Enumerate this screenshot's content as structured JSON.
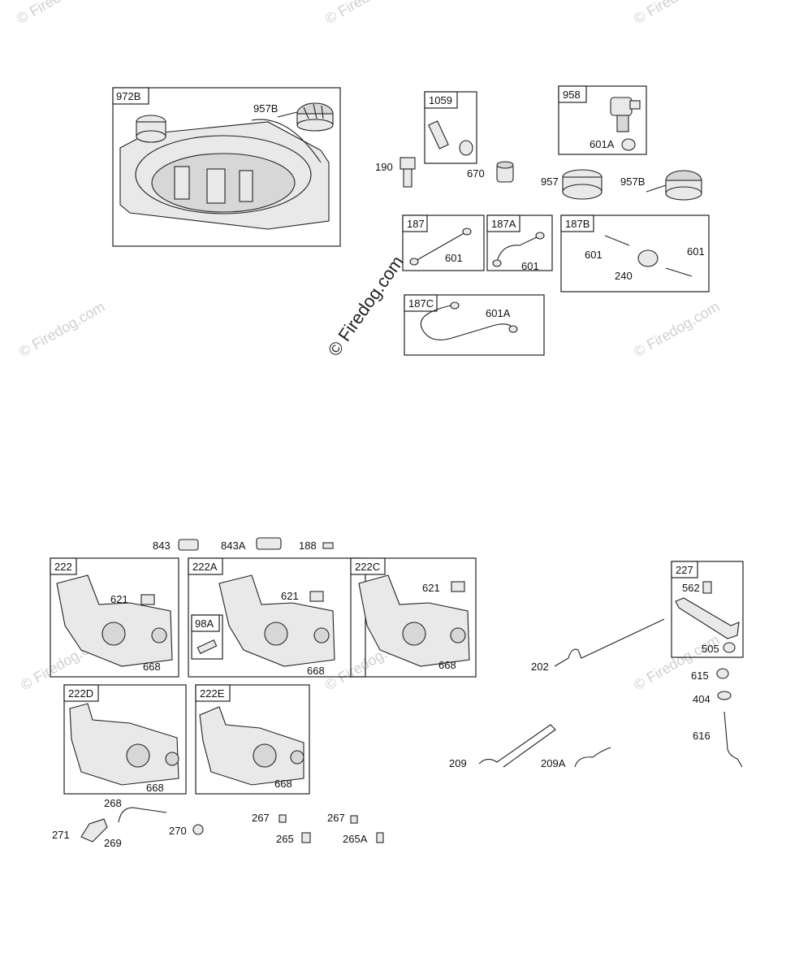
{
  "watermark": {
    "text": "© Firedog.com",
    "main_text": "© Firedog.com"
  },
  "groups": {
    "g972B": "972B",
    "g1059": "1059",
    "g958": "958",
    "g187": "187",
    "g187A": "187A",
    "g187B": "187B",
    "g187C": "187C",
    "g222": "222",
    "g222A": "222A",
    "g222C": "222C",
    "g222D": "222D",
    "g222E": "222E",
    "g98A": "98A",
    "g227": "227"
  },
  "labels": {
    "p957B_a": "957B",
    "p190": "190",
    "p670": "670",
    "p601A_a": "601A",
    "p957": "957",
    "p957B_b": "957B",
    "p601_a": "601",
    "p601_b": "601",
    "p601_c": "601",
    "p601_d": "601",
    "p240": "240",
    "p601A_b": "601A",
    "p843": "843",
    "p843A": "843A",
    "p188": "188",
    "p621_a": "621",
    "p621_b": "621",
    "p621_c": "621",
    "p668_a": "668",
    "p668_b": "668",
    "p668_c": "668",
    "p668_d": "668",
    "p668_e": "668",
    "p562": "562",
    "p505": "505",
    "p202": "202",
    "p615": "615",
    "p404": "404",
    "p616": "616",
    "p209": "209",
    "p209A": "209A",
    "p268": "268",
    "p271": "271",
    "p269": "269",
    "p270": "270",
    "p267_a": "267",
    "p267_b": "267",
    "p265": "265",
    "p265A": "265A"
  }
}
